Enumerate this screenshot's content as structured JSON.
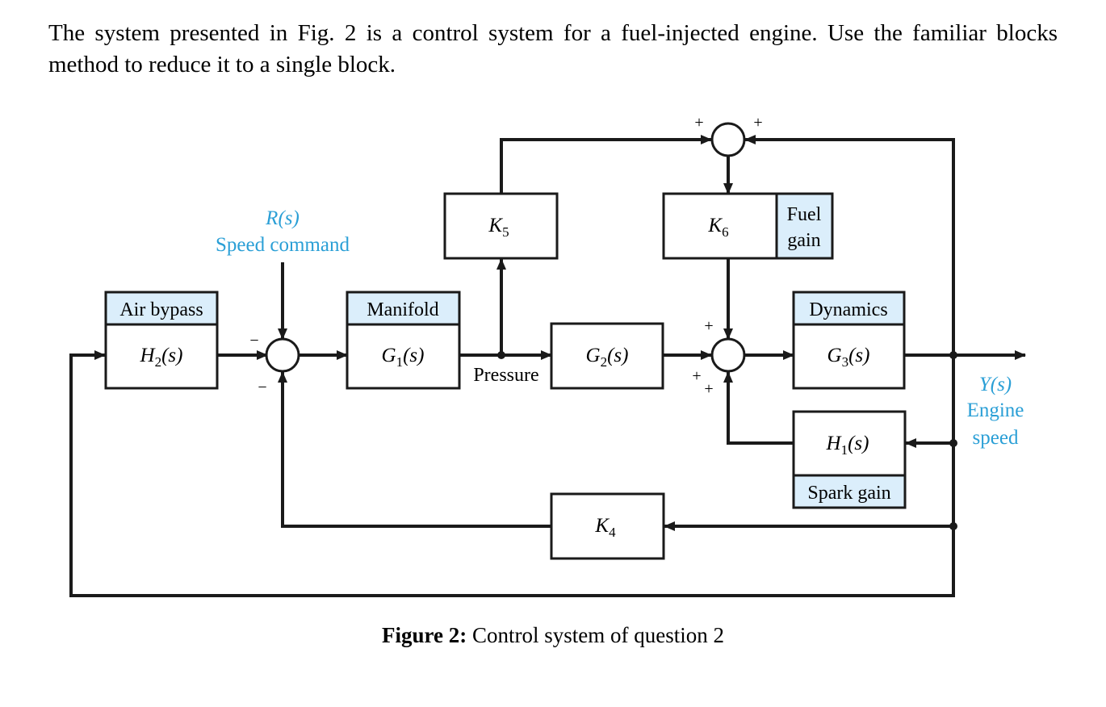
{
  "question": {
    "text": "The system presented in Fig. 2 is a  control system for a fuel-injected engine. Use the familiar blocks method to reduce it to a single block."
  },
  "figure": {
    "caption_bold": "Figure 2:",
    "caption_rest": " Control system of question 2",
    "blocks": {
      "h2": {
        "header": "Air bypass",
        "tf": "H",
        "sub": "2",
        "arg": "(s)"
      },
      "g1": {
        "header": "Manifold",
        "tf": "G",
        "sub": "1",
        "arg": "(s)"
      },
      "g2": {
        "tf": "G",
        "sub": "2",
        "arg": "(s)"
      },
      "g3": {
        "header": "Dynamics",
        "tf": "G",
        "sub": "3",
        "arg": "(s)"
      },
      "h1": {
        "footer": "Spark gain",
        "tf": "H",
        "sub": "1",
        "arg": "(s)"
      },
      "k4": {
        "tf": "K",
        "sub": "4"
      },
      "k5": {
        "tf": "K",
        "sub": "5"
      },
      "k6": {
        "tf": "K",
        "sub": "6",
        "side_line1": "Fuel",
        "side_line2": "gain"
      }
    },
    "input_label": {
      "name": "R(s)",
      "desc": "Speed command"
    },
    "output_label": {
      "name": "Y(s)",
      "line1": "Engine",
      "line2": "speed"
    },
    "pressure_label": "Pressure",
    "signs": {
      "sum1_top": "−",
      "sum1_bottom": "−",
      "sum2_left": "+",
      "sum2_right": "+",
      "sum3_top": "+",
      "sum3_bottom": "+",
      "sum3_left": "+"
    },
    "colors": {
      "header_fill": "#dbeefb",
      "label_blue": "#2a9fd6",
      "line": "#1a1a1a"
    }
  }
}
